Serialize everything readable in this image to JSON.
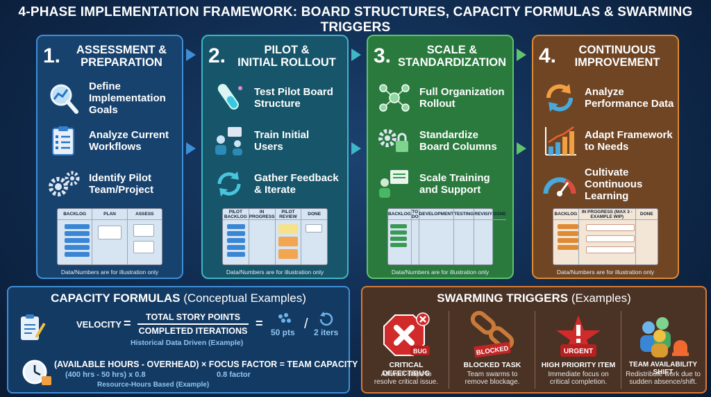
{
  "title": "4-PHASE IMPLEMENTATION FRAMEWORK: BOARD STRUCTURES, CAPACITY FORMULAS & SWARMING TRIGGERS",
  "phases": [
    {
      "num": "1.",
      "title1": "ASSESSMENT &",
      "title2": "PREPARATION",
      "steps": [
        {
          "t1": "Define",
          "t2": "Implementation",
          "t3": "Goals",
          "icon": "magnifier-chart-icon"
        },
        {
          "t1": "Analyze Current",
          "t2": "Workflows",
          "t3": "",
          "icon": "clipboard-checklist-icon"
        },
        {
          "t1": "Identify Pilot",
          "t2": "Team/Project",
          "t3": "",
          "icon": "gears-icon"
        }
      ],
      "columns": [
        "BACKLOG",
        "PLAN",
        "ASSESS"
      ],
      "note": "Data/Numbers are for illustration only"
    },
    {
      "num": "2.",
      "title1": "PILOT &",
      "title2": "INITIAL ROLLOUT",
      "steps": [
        {
          "t1": "Test Pilot Board",
          "t2": "Structure",
          "t3": "",
          "icon": "test-tube-icon"
        },
        {
          "t1": "Train Initial",
          "t2": "Users",
          "t3": "",
          "icon": "training-group-icon"
        },
        {
          "t1": "Gather Feedback",
          "t2": "& Iterate",
          "t3": "",
          "icon": "cycle-arrows-icon"
        }
      ],
      "columns": [
        "PILOT BACKLOG",
        "IN PROGRESS",
        "PILOT REVIEW",
        "DONE"
      ],
      "note": "Data/Numbers are for illustration only"
    },
    {
      "num": "3.",
      "title1": "SCALE &",
      "title2": "STANDARDIZATION",
      "steps": [
        {
          "t1": "Full Organization",
          "t2": "Rollout",
          "t3": "",
          "icon": "network-people-icon"
        },
        {
          "t1": "Standardize",
          "t2": "Board Columns",
          "t3": "",
          "icon": "gear-lock-icon"
        },
        {
          "t1": "Scale Training",
          "t2": "and Support",
          "t3": "",
          "icon": "presenter-icon"
        }
      ],
      "columns": [
        "BACKLOG",
        "TO DO",
        "DEVELOPMENT",
        "TESTING",
        "REVISIY",
        "DONE"
      ],
      "note": "Data/Numbers are for illustration only"
    },
    {
      "num": "4.",
      "title1": "CONTINUOUS",
      "title2": "IMPROVEMENT",
      "steps": [
        {
          "t1": "Analyze",
          "t2": "Performance Data",
          "t3": "",
          "icon": "refresh-cycle-icon"
        },
        {
          "t1": "Adapt Framework",
          "t2": "to Needs",
          "t3": "",
          "icon": "bar-chart-growth-icon"
        },
        {
          "t1": "Cultivate Continuous",
          "t2": "Learning",
          "t3": "",
          "icon": "gauge-icon"
        }
      ],
      "columns": [
        "BACKLOG",
        "IN PROGRESS (MAX 3 - EXAMPLE WIP)",
        "DONE"
      ],
      "note": "Data/Numbers are for illustration only"
    }
  ],
  "capacity": {
    "title": "CAPACITY FORMULAS",
    "subtitle": "(Conceptual Examples)",
    "velocity_label": "VELOCITY",
    "eq": "=",
    "numerator": "TOTAL STORY POINTS",
    "denominator": "COMPLETED ITERATIONS",
    "eq2": "=",
    "pts": "50 pts",
    "slash": "/",
    "iters": "2 iters",
    "hist": "Historical Data Driven (Example)",
    "formula2": "(AVAILABLE HOURS - OVERHEAD) × FOCUS FACTOR = TEAM CAPACITY",
    "hrs": "(400 hrs - 50 hrs) x 0.8",
    "factor": "0.8 factor",
    "resource": "Resource-Hours Based (Example)"
  },
  "swarming": {
    "title": "SWARMING TRIGGERS",
    "subtitle": "(Examples)",
    "triggers": [
      {
        "badge": "BUG",
        "title": "CRITICAL DEFECT/BUG",
        "d1": "All work stops to",
        "d2": "resolve critical issue."
      },
      {
        "badge": "BLOCKED",
        "title": "BLOCKED TASK",
        "d1": "Team swarms to",
        "d2": "remove blockage."
      },
      {
        "badge": "URGENT",
        "title": "HIGH PRIORITY ITEM",
        "d1": "Immediate focus on",
        "d2": "critical completion."
      },
      {
        "badge": "",
        "title": "TEAM AVAILABILITY SHIFT",
        "d1": "Redistribute work due to",
        "d2": "sudden absence/shift."
      }
    ]
  },
  "colors": {
    "phase1": "#17426e",
    "phase2": "#16556a",
    "phase3": "#2a7a3e",
    "phase4": "#6f4524",
    "accent_orange": "#e08a33",
    "bug_red": "#d02a2a"
  }
}
